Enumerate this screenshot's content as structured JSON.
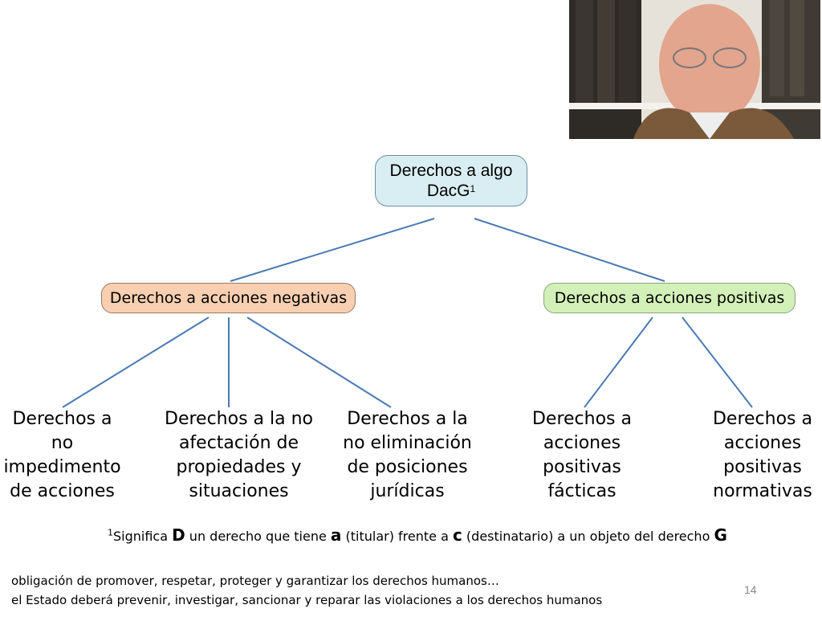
{
  "root": {
    "line1": "Derechos a algo",
    "line2": "DacG",
    "sup": "1"
  },
  "branches": {
    "negative": "Derechos a acciones negativas",
    "positive": "Derechos a acciones positivas"
  },
  "leaves": {
    "no_impedimento": "Derechos a no\nimpedimento\nde acciones",
    "no_afectacion": "Derechos a la no\nafectación de\npropiedades y\nsituaciones",
    "no_eliminacion": "Derechos a la\nno eliminación\nde posiciones\njurídicas",
    "facticas": "Derechos a\nacciones\npositivas\nfácticas",
    "normativas": "Derechos a\nacciones\npositivas\nnormativas"
  },
  "footnote": {
    "sup": "1",
    "t1": "Significa ",
    "D": "D",
    "t2": " un derecho que tiene ",
    "a": "a",
    "t3": " (titular) frente a ",
    "c": "c",
    "t4": " (destinatario) a un objeto del derecho ",
    "G": "G"
  },
  "bottom_lines": [
    "obligación de promover, respetar, proteger y garantizar los derechos humanos…",
    "el Estado deberá prevenir, investigar, sancionar y reparar las violaciones a los derechos humanos"
  ],
  "page_number": "14",
  "colors": {
    "connector": "#4a7ab5",
    "root_fill": "#d9eef3",
    "negative_fill": "#f8cfb0",
    "positive_fill": "#d2f0b8"
  }
}
